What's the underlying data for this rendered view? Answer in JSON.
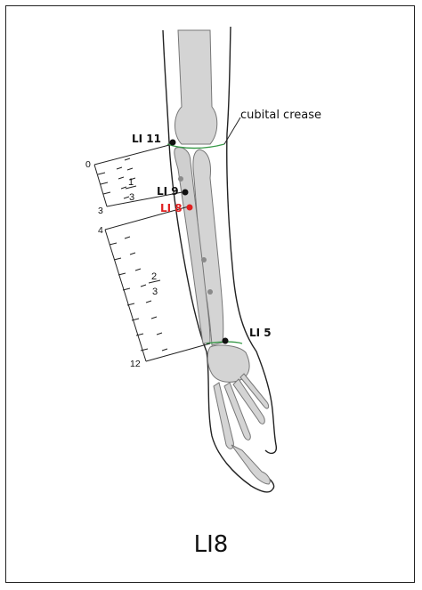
{
  "points": {
    "li11": {
      "label": "LI 11",
      "color": "#111111"
    },
    "li9": {
      "label": "LI 9",
      "color": "#111111"
    },
    "li8": {
      "label": "LI 8",
      "color": "#e02020"
    },
    "li5": {
      "label": "LI 5",
      "color": "#111111"
    }
  },
  "annotation": {
    "cubital_crease": "cubital crease",
    "crease_color": "#3a9a4a"
  },
  "scale": {
    "ticks": {
      "top": "0",
      "upper": "3",
      "lower": "4",
      "bottom": "12"
    },
    "fraction_upper": {
      "numerator": "1",
      "denominator": "3"
    },
    "fraction_lower": {
      "numerator": "2",
      "denominator": "3"
    }
  },
  "title": "LI8"
}
